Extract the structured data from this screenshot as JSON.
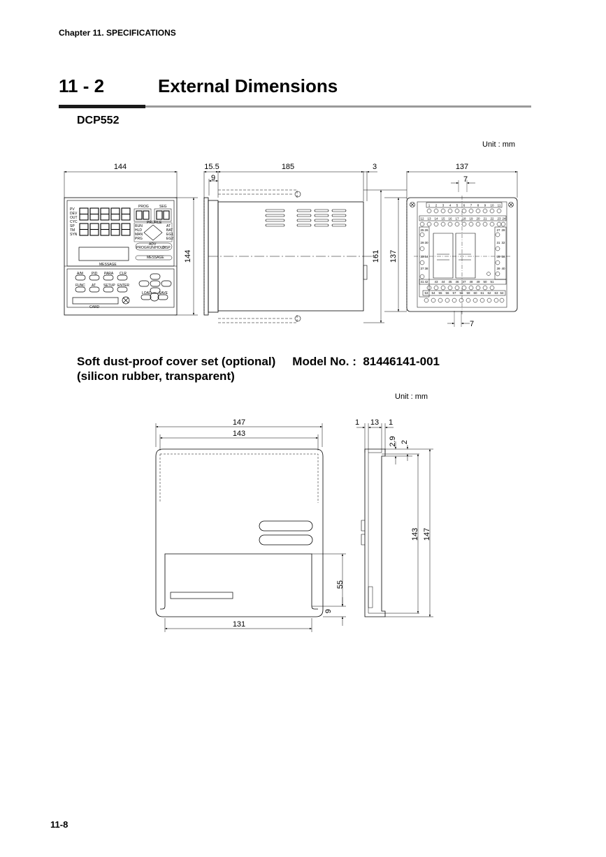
{
  "header": {
    "chapter": "Chapter 11. SPECIFICATIONS"
  },
  "section": {
    "number": "11  -  2",
    "title": "External Dimensions"
  },
  "model": "DCP552",
  "unit_label": "Unit : mm",
  "front_view": {
    "width": "144",
    "height": "144",
    "led_labels": [
      "PV",
      "DEV",
      "OUT",
      "CYC",
      "SP",
      "TM",
      "SYN"
    ],
    "prog": "PROG",
    "seg": "SEG",
    "profile": "PROFILE",
    "status_left": [
      "RUN",
      "HLD",
      "MAN",
      "PRG"
    ],
    "status_right": [
      "AT",
      "BAT",
      "EG1",
      "EG2"
    ],
    "adv": "ADV",
    "prog_key": "PROG",
    "runhold": "RUN/HOLD",
    "disp": "DISP",
    "message": "MESSAGE",
    "message2": "MESSAGE",
    "keys_row1": [
      "A/M",
      "PID",
      "PARA",
      "CLR"
    ],
    "keys_row2": [
      "FUNC",
      "AT",
      "SETUP",
      "ENTER"
    ],
    "card": "CARD",
    "load": "LOAD",
    "save": "SAVE"
  },
  "side_view": {
    "d1": "15.5",
    "d2": "185",
    "d3": "3",
    "d4": "9",
    "h1": "161",
    "h2": "137"
  },
  "rear_view": {
    "width": "137",
    "top": "7",
    "bottom": "7",
    "terminals_top": [
      "1",
      "2",
      "3",
      "4",
      "5",
      "6",
      "7",
      "8",
      "9",
      "10",
      "11"
    ],
    "terminals_row2": [
      "12",
      "13",
      "14",
      "15",
      "16",
      "17",
      "18",
      "19",
      "20",
      "21",
      "22",
      "23",
      "24"
    ],
    "terminals_left": [
      "25",
      "26",
      "29",
      "30",
      "33",
      "34",
      "37",
      "38",
      "41",
      "42"
    ],
    "terminals_right": [
      "27",
      "28",
      "31",
      "32",
      "35",
      "36",
      "39",
      "40"
    ],
    "terminals_mid": [
      "43",
      "44",
      "45",
      "46",
      "47",
      "48",
      "49",
      "50",
      "51"
    ],
    "terminals_bottom": [
      "53",
      "54",
      "55",
      "56",
      "57",
      "58",
      "59",
      "60",
      "61",
      "62",
      "63",
      "64"
    ]
  },
  "cover": {
    "title_line1": "Soft dust-proof cover set (optional)",
    "model_label": "Model No. :",
    "model_number": "81446141-001",
    "title_line2": "(silicon rubber, transparent)",
    "w1": "147",
    "w2": "143",
    "w3": "131",
    "h1": "55",
    "h2": "9",
    "side_top": [
      "1",
      "13",
      "1"
    ],
    "side_v1": "2.9",
    "side_v2": "2",
    "side_h1": "143",
    "side_h2": "147"
  },
  "page_number": "11-8"
}
